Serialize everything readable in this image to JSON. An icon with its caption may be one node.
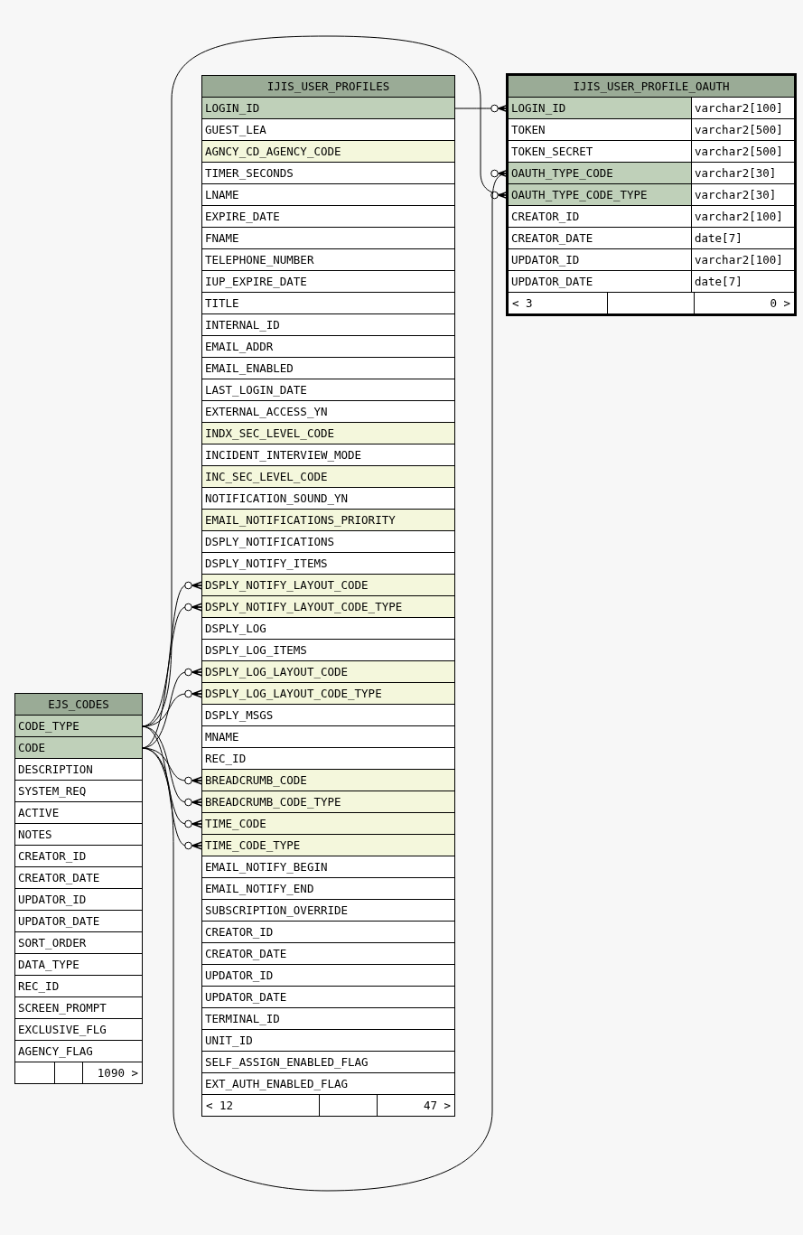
{
  "diagram": {
    "nodes": [
      {
        "text": [
          "IJIS_USER_PROFILES"
        ]
      },
      {
        "text": [
          "LOGIN_ID"
        ],
        "in": 0
      },
      {
        "text": [
          "GUEST_LEA"
        ],
        "in": 0
      },
      {
        "text": [
          "AGNCY_CD_AGENCY_CODE"
        ],
        "in": 0
      },
      {
        "text": [
          "TIMER_SECONDS"
        ],
        "in": 0
      },
      {
        "text": [
          "LNAME"
        ],
        "in": 0
      },
      {
        "text": [
          "EXPIRE_DATE"
        ],
        "in": 0
      },
      {
        "text": [
          "FNAME"
        ],
        "in": 0
      },
      {
        "text": [
          "TELEPHONE_NUMBER"
        ],
        "in": 0
      },
      {
        "text": [
          "IUP_EXPIRE_DATE"
        ],
        "in": 0
      },
      {
        "text": [
          "TITLE"
        ],
        "in": 0
      },
      {
        "text": [
          "INTERNAL_ID"
        ],
        "in": 0
      },
      {
        "text": [
          "EMAIL_ADDR"
        ],
        "in": 0
      },
      {
        "text": [
          "EMAIL_ENABLED"
        ],
        "in": 0
      },
      {
        "text": [
          "LAST_LOGIN_DATE"
        ],
        "in": 0
      },
      {
        "text": [
          "EXTERNAL_ACCESS_YN"
        ],
        "in": 0
      },
      {
        "text": [
          "INDX_SEC_LEVEL_CODE"
        ],
        "in": 0
      },
      {
        "text": [
          "INCIDENT_INTERVIEW_MODE"
        ],
        "in": 0
      },
      {
        "text": [
          "INC_SEC_LEVEL_CODE"
        ],
        "in": 0
      },
      {
        "text": [
          "NOTIFICATION_SOUND_YN"
        ],
        "in": 0
      },
      {
        "text": [
          "EMAIL_NOTIFICATIONS_PRIORITY"
        ],
        "in": 0
      },
      {
        "text": [
          "DSPLY_NOTIFICATIONS"
        ],
        "in": 0
      },
      {
        "text": [
          "DSPLY_NOTIFY_ITEMS"
        ],
        "in": 0
      },
      {
        "text": [
          "DSPLY_NOTIFY_LAYOUT_CODE"
        ],
        "in": 0
      },
      {
        "text": [
          "DSPLY_NOTIFY_LAYOUT_CODE_TYPE"
        ],
        "in": 0
      },
      {
        "text": [
          "DSPLY_LOG"
        ],
        "in": 0
      },
      {
        "text": [
          "DSPLY_LOG_ITEMS"
        ],
        "in": 0
      },
      {
        "text": [
          "DSPLY_LOG_LAYOUT_CODE"
        ],
        "in": 0
      },
      {
        "text": [
          "DSPLY_LOG_LAYOUT_CODE_TYPE"
        ],
        "in": 0
      },
      {
        "text": [
          "DSPLY_MSGS"
        ],
        "in": 0
      },
      {
        "text": [
          "MNAME"
        ],
        "in": 0
      },
      {
        "text": [
          "REC_ID"
        ],
        "in": 0
      },
      {
        "text": [
          "BREADCRUMB_CODE"
        ],
        "in": 0
      },
      {
        "text": [
          "BREADCRUMB_CODE_TYPE"
        ],
        "in": 0
      },
      {
        "text": [
          "TIME_CODE"
        ],
        "in": 0
      },
      {
        "text": [
          "TIME_CODE_TYPE"
        ],
        "in": 0
      },
      {
        "text": [
          "EMAIL_NOTIFY_BEGIN"
        ],
        "in": 0
      },
      {
        "text": [
          "EMAIL_NOTIFY_END"
        ],
        "in": 0
      },
      {
        "text": [
          "SUBSCRIPTION_OVERRIDE"
        ],
        "in": 0
      },
      {
        "text": [
          "CREATOR_ID"
        ],
        "in": 0
      },
      {
        "text": [
          "CREATOR_DATE"
        ],
        "in": 0
      },
      {
        "text": [
          "UPDATOR_ID"
        ],
        "in": 0
      },
      {
        "text": [
          "UPDATOR_DATE"
        ],
        "in": 0
      },
      {
        "text": [
          "TERMINAL_ID"
        ],
        "in": 0
      },
      {
        "text": [
          "UNIT_ID"
        ],
        "in": 0
      },
      {
        "text": [
          "SELF_ASSIGN_ENABLED_FLAG"
        ],
        "in": 0
      },
      {
        "text": [
          "EXT_AUTH_ENABLED_FLAG"
        ],
        "in": 0
      },
      {
        "text": [
          "< 12"
        ],
        "in": 0
      },
      {
        "text": [],
        "shape": "box",
        "in": 0
      },
      {
        "text": [
          "47 >"
        ],
        "in": 0
      },
      {
        "text": [
          "IJIS_USER_PROFILE_OAUTH"
        ]
      },
      {
        "text": [
          "LOGIN_ID",
          "varchar2[100]"
        ],
        "in": 50
      },
      {
        "text": [
          "TOKEN",
          "varchar2[500]"
        ],
        "in": 50
      },
      {
        "text": [
          "TOKEN_SECRET",
          "varchar2[500]"
        ],
        "in": 50
      },
      {
        "text": [
          "OAUTH_TYPE_CODE",
          "varchar2[30]"
        ],
        "in": 50
      },
      {
        "text": [
          "OAUTH_TYPE_CODE_TYPE",
          "varchar2[30]"
        ],
        "in": 50
      },
      {
        "text": [
          "CREATOR_ID",
          "varchar2[100]"
        ],
        "in": 50
      },
      {
        "text": [
          "CREATOR_DATE",
          "date[7]"
        ],
        "in": 50
      },
      {
        "text": [
          "UPDATOR_ID",
          "varchar2[100]"
        ],
        "in": 50
      },
      {
        "text": [
          "UPDATOR_DATE",
          "date[7]"
        ],
        "in": 50
      },
      {
        "text": [
          "< 3"
        ],
        "in": 50
      },
      {
        "text": [],
        "shape": "box",
        "in": 50
      },
      {
        "text": [
          "0 >"
        ],
        "in": 50
      },
      {
        "text": [
          "EJS_CODES"
        ]
      },
      {
        "text": [
          "CODE_TYPE"
        ],
        "in": 63
      },
      {
        "text": [
          "CODE"
        ],
        "in": 63
      },
      {
        "text": [
          "DESCRIPTION"
        ],
        "in": 63
      },
      {
        "text": [
          "SYSTEM_REQ"
        ],
        "in": 63
      },
      {
        "text": [
          "ACTIVE"
        ],
        "in": 63
      },
      {
        "text": [
          "NOTES"
        ],
        "in": 63
      },
      {
        "text": [
          "CREATOR_ID"
        ],
        "in": 63
      },
      {
        "text": [
          "CREATOR_DATE"
        ],
        "in": 63
      },
      {
        "text": [
          "UPDATOR_ID"
        ],
        "in": 63
      },
      {
        "text": [
          "UPDATOR_DATE"
        ],
        "in": 63
      },
      {
        "text": [
          "SORT_ORDER"
        ],
        "in": 63
      },
      {
        "text": [
          "DATA_TYPE"
        ],
        "in": 63
      },
      {
        "text": [
          "REC_ID"
        ],
        "in": 63
      },
      {
        "text": [
          "SCREEN_PROMPT"
        ],
        "in": 63
      },
      {
        "text": [
          "EXCLUSIVE_FLG"
        ],
        "in": 63
      },
      {
        "text": [
          "AGENCY_FLAG"
        ],
        "in": 63
      },
      {
        "text": [],
        "shape": "box",
        "in": 63
      },
      {
        "text": [],
        "shape": "box",
        "in": 63
      },
      {
        "text": [
          "1090 >"
        ],
        "in": 63
      }
    ],
    "edges": [
      {
        "from": 1,
        "to": 51,
        "arrow": "other"
      },
      {
        "from": 64,
        "to": 55,
        "arrow": "other"
      },
      {
        "from": 65,
        "to": 54,
        "arrow": "other"
      },
      {
        "from": 65,
        "to": 23,
        "arrow": "other"
      },
      {
        "from": 64,
        "to": 24,
        "arrow": "other"
      },
      {
        "from": 65,
        "to": 27,
        "arrow": "other"
      },
      {
        "from": 64,
        "to": 28,
        "arrow": "other"
      },
      {
        "from": 65,
        "to": 32,
        "arrow": "other"
      },
      {
        "from": 64,
        "to": 33,
        "arrow": "other"
      },
      {
        "from": 65,
        "to": 34,
        "arrow": "other"
      },
      {
        "from": 64,
        "to": 35,
        "arrow": "other"
      }
    ]
  }
}
